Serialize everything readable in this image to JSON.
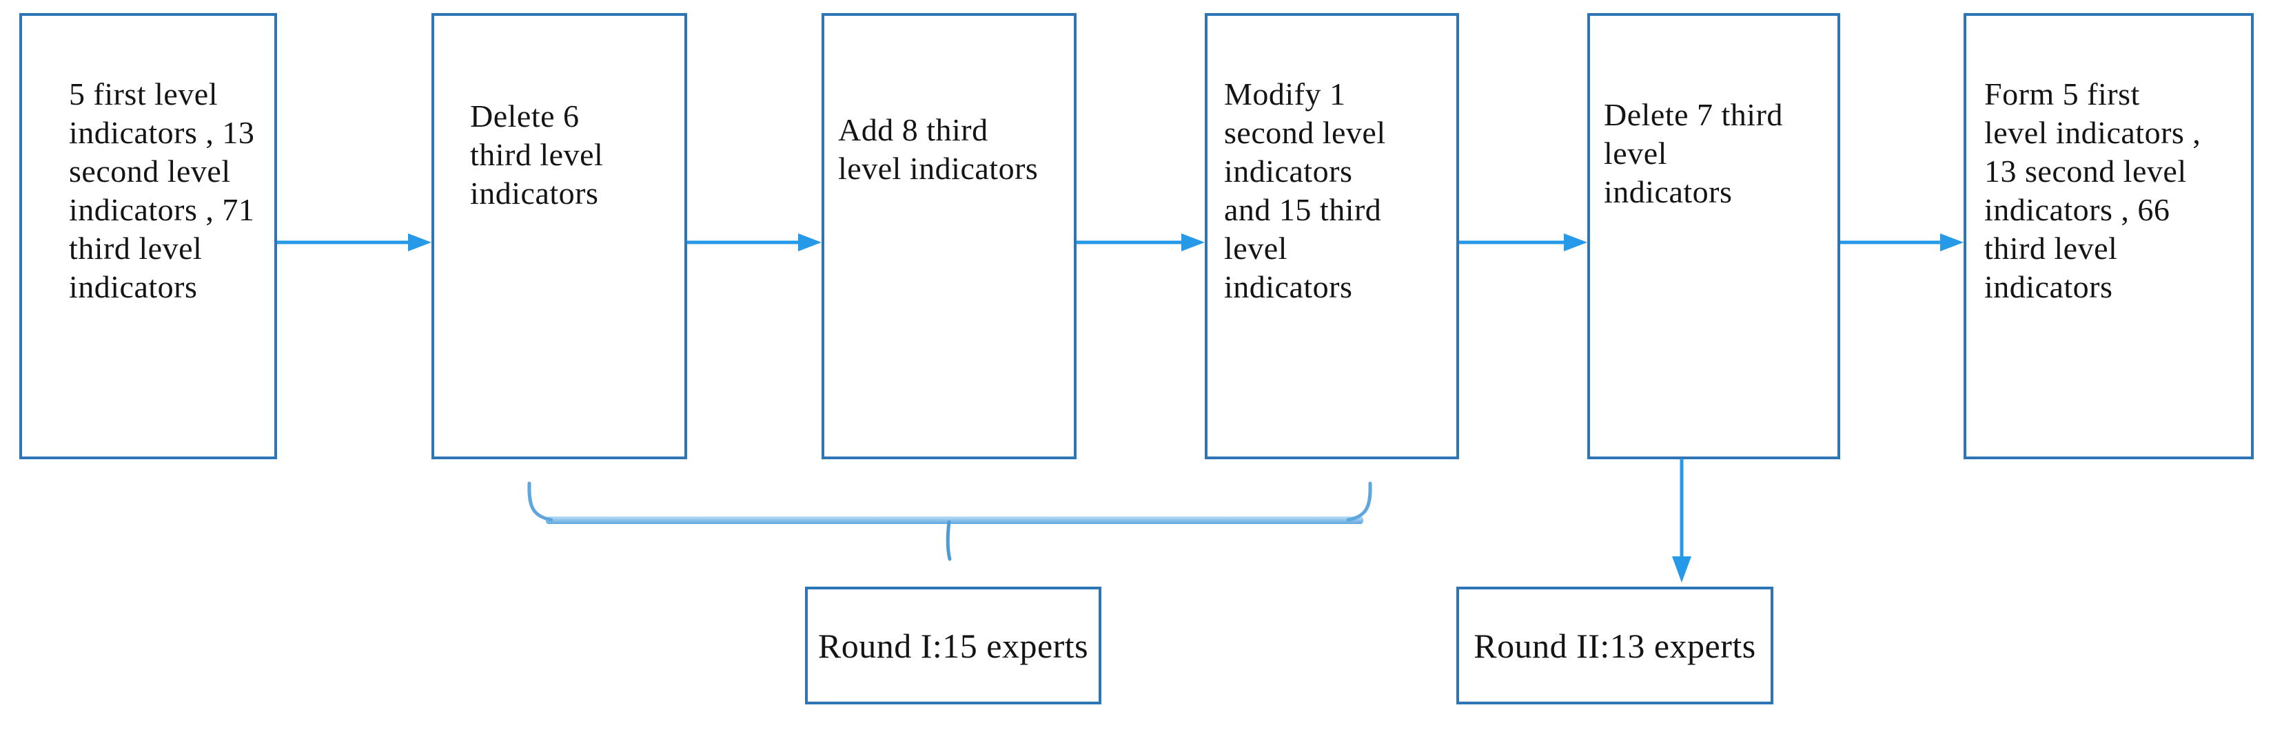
{
  "figure": {
    "title": "Delphi consultation indicator refinement flowchart",
    "colors": {
      "box_border": "#2E75B6",
      "arrow": "#2699E8",
      "brace_stroke": "#5EA7DE",
      "brace_bar_light": "#BCDFF6",
      "text": "#141414",
      "background": "#ffffff"
    },
    "process_boxes": [
      {
        "text": "5 first level\nindicators , 13\nsecond level\nindicators , 71\nthird level\nindicators"
      },
      {
        "text": "Delete 6\nthird level\nindicators"
      },
      {
        "text": "Add 8 third\nlevel indicators"
      },
      {
        "text": "Modify 1\nsecond level\nindicators\nand 15 third\nlevel\nindicators"
      },
      {
        "text": "Delete 7 third\nlevel\nindicators"
      },
      {
        "text": "Form 5 first\nlevel indicators ,\n13 second level\nindicators , 66\nthird level\nindicators"
      }
    ],
    "round_boxes": [
      {
        "label": "Round I:15 experts"
      },
      {
        "label": "Round II:13 experts"
      }
    ]
  }
}
